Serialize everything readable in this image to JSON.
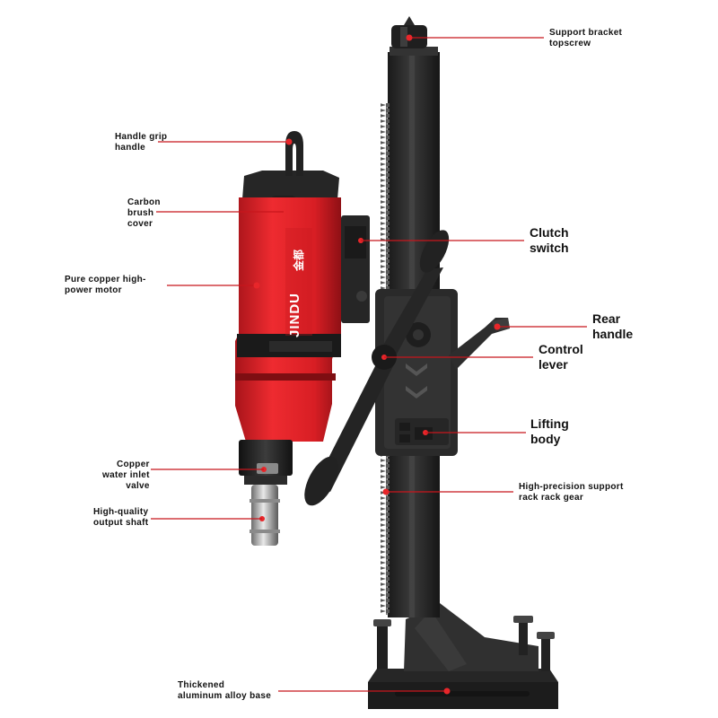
{
  "brand": {
    "name": "JINDU",
    "name_cn": "金都"
  },
  "labels": {
    "support_bracket_topscrew": "Support bracket\ntopscrew",
    "handle_grip": "Handle grip\nhandle",
    "carbon_brush_cover": "Carbon\nbrush\ncover",
    "clutch_switch": "Clutch\nswitch",
    "motor": "Pure copper high-\npower motor",
    "rear_handle": "Rear\nhandle",
    "control_lever": "Control\nlever",
    "lifting_body": "Lifting\nbody",
    "water_inlet_valve": "Copper\nwater inlet\nvalve",
    "support_rack_gear": "High-precision support\nrack rack gear",
    "output_shaft": "High-quality\noutput shaft",
    "base": "Thickened\naluminum alloy base"
  },
  "colors": {
    "accent_red": "#e8262a",
    "leader_line": "#c8161c",
    "stand_black": "#2b2b2b",
    "motor_red": "#e5262b"
  }
}
